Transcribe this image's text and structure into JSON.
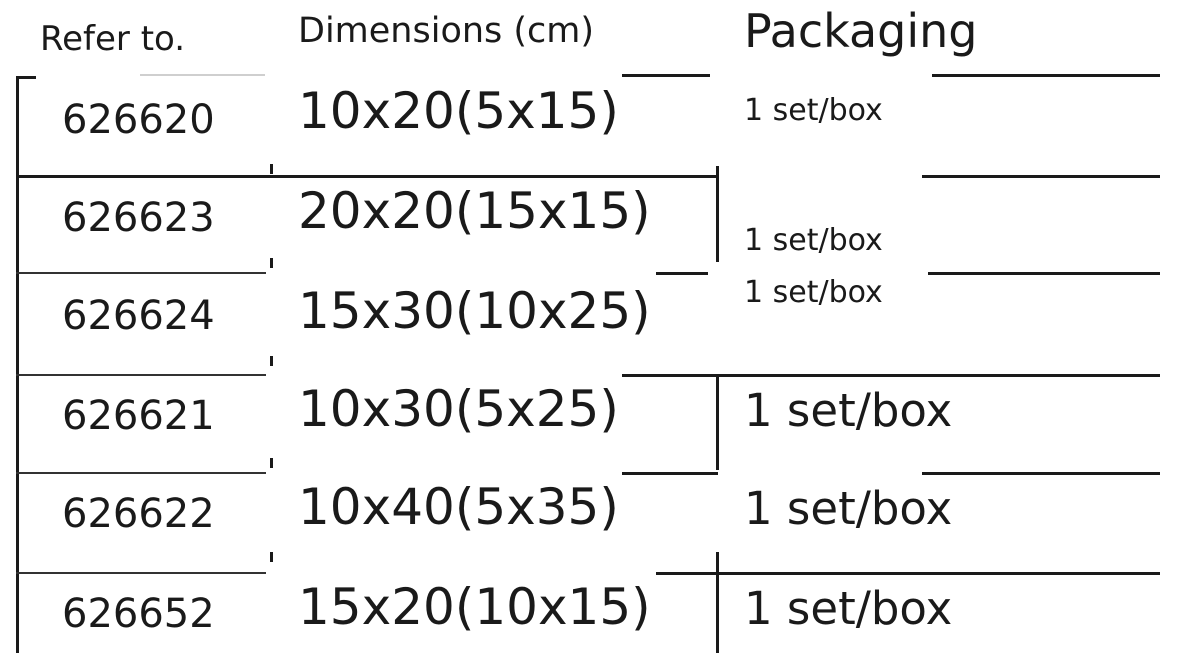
{
  "table": {
    "headers": {
      "refer_to": "Refer to.",
      "dimensions": "Dimensions (cm)",
      "packaging": "Packaging"
    },
    "rows": [
      {
        "ref": "626620",
        "dimensions": "10x20(5x15)",
        "packaging": "1 set/box"
      },
      {
        "ref": "626623",
        "dimensions": "20x20(15x15)",
        "packaging": "1 set/box"
      },
      {
        "ref": "626624",
        "dimensions": "15x30(10x25)",
        "packaging": "1 set/box"
      },
      {
        "ref": "626621",
        "dimensions": "10x30(5x25)",
        "packaging": "1 set/box"
      },
      {
        "ref": "626622",
        "dimensions": "10x40(5x35)",
        "packaging": "1 set/box"
      },
      {
        "ref": "626652",
        "dimensions": "15x20(10x15)",
        "packaging": "1 set/box"
      }
    ]
  }
}
